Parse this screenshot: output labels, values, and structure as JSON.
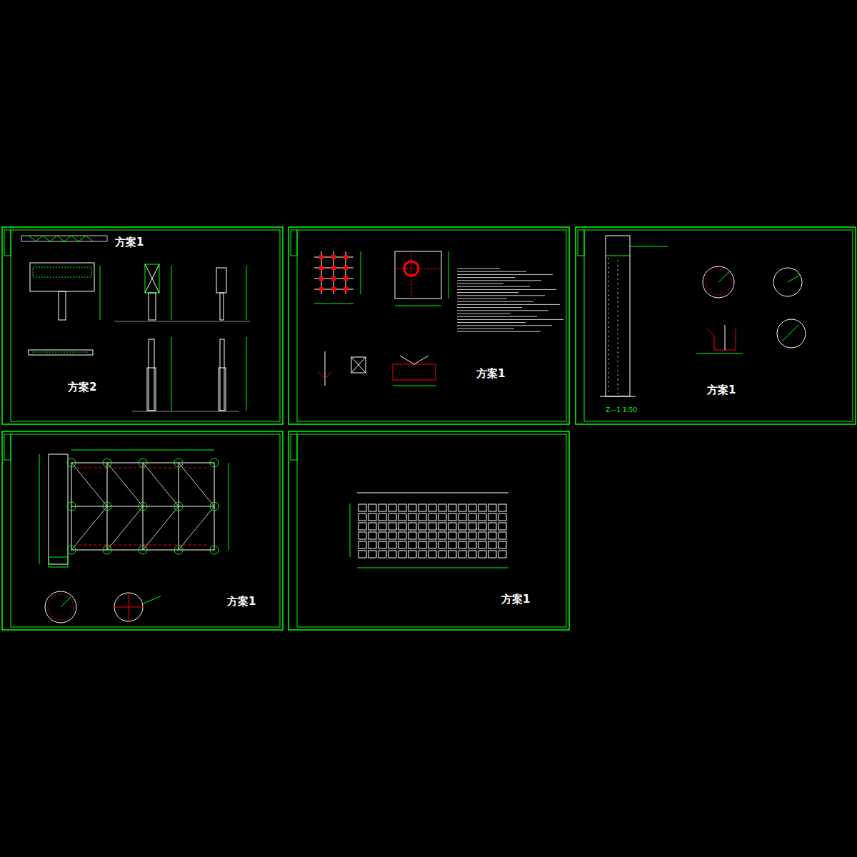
{
  "diagram": {
    "labels": [
      "方案1",
      "方案2",
      "方案1",
      "Z—1 1:50",
      "方案1",
      "方案1",
      "方案1"
    ]
  }
}
